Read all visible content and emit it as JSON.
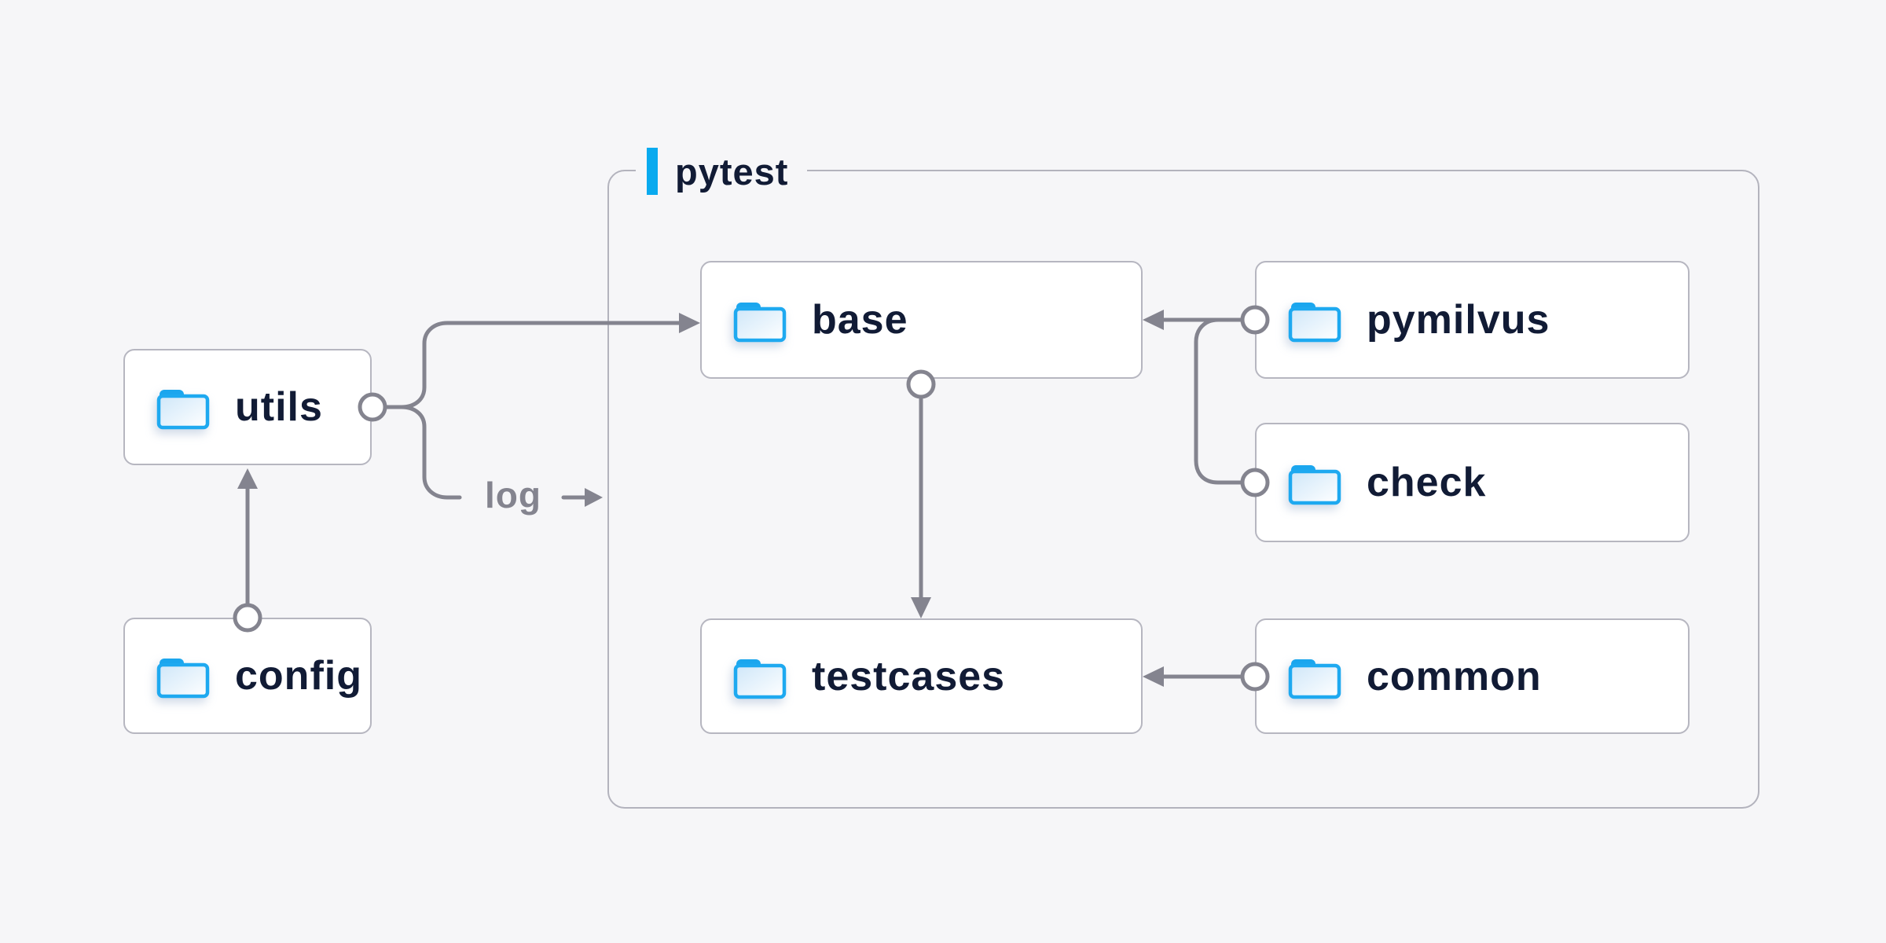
{
  "container": {
    "label": "pytest"
  },
  "nodes": {
    "utils": {
      "label": "utils"
    },
    "config": {
      "label": "config"
    },
    "base": {
      "label": "base"
    },
    "pymilvus": {
      "label": "pymilvus"
    },
    "check": {
      "label": "check"
    },
    "testcases": {
      "label": "testcases"
    },
    "common": {
      "label": "common"
    }
  },
  "edge_labels": {
    "log": "log"
  },
  "edges": [
    {
      "from": "config",
      "to": "utils"
    },
    {
      "from": "utils",
      "to": "base"
    },
    {
      "from": "utils",
      "to": "pytest",
      "label": "log"
    },
    {
      "from": "pymilvus",
      "to": "base"
    },
    {
      "from": "check",
      "to": "base"
    },
    {
      "from": "base",
      "to": "testcases"
    },
    {
      "from": "common",
      "to": "testcases"
    }
  ],
  "colors": {
    "background": "#f6f6f8",
    "accent_blue": "#09aaef",
    "folder_blue": "#1ea9f0",
    "line_gray": "#84848f",
    "node_border": "#b6b6c0",
    "group_border": "#b3b3bd",
    "text_navy": "#111b35",
    "node_background": "#ffffff"
  }
}
